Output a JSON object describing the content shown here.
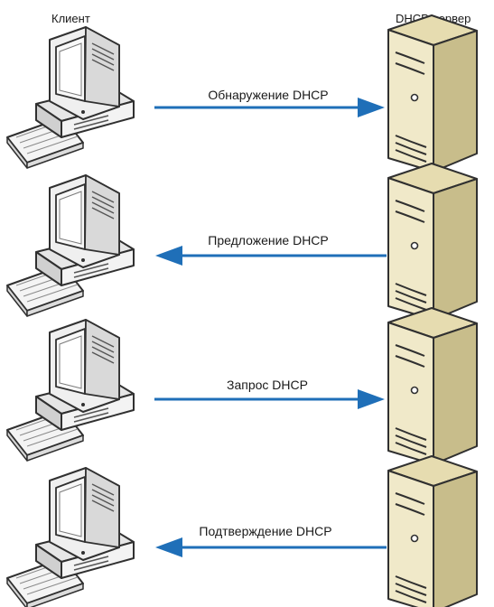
{
  "headers": {
    "client": "Клиент",
    "server": "DHCP-сервер"
  },
  "steps": [
    {
      "label": "Обнаружение DHCP",
      "direction": "to-server"
    },
    {
      "label": "Предложение DHCP",
      "direction": "to-client"
    },
    {
      "label": "Запрос DHCP",
      "direction": "to-server"
    },
    {
      "label": "Подтверждение DHCP",
      "direction": "to-client"
    }
  ],
  "colors": {
    "arrow": "#1f6fb8",
    "server_body": "#efe8c8",
    "server_side": "#c7bd8c",
    "monitor_body": "#f2f2f2",
    "outline": "#303030"
  },
  "icons": {
    "client": "desktop-computer-icon",
    "server": "tower-server-icon"
  }
}
